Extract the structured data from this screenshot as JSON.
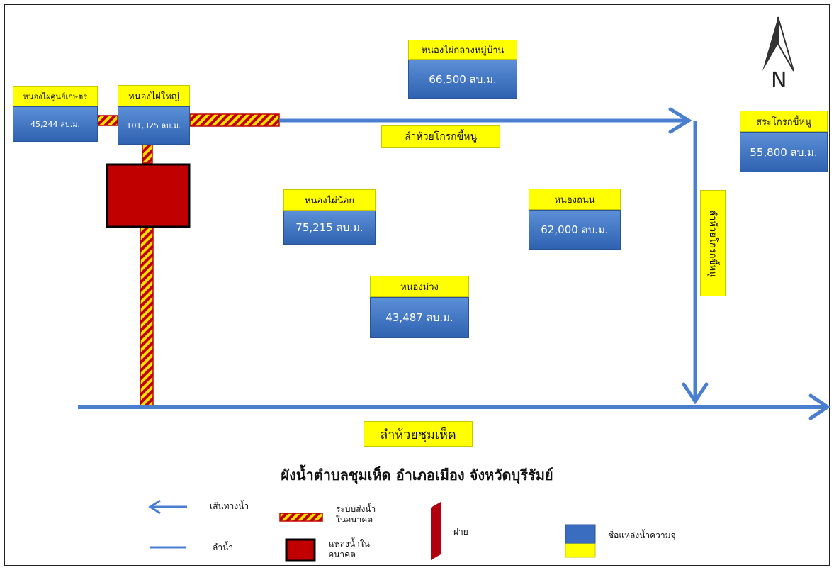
{
  "title": "ผังน้ำตำบลชุมเห็ด อำเภอเมือง จังหวัดบุรีรัมย์",
  "compass": {
    "letter": "N"
  },
  "water_sources": [
    {
      "id": "nong-phai-sun-kaset",
      "name": "หนองไผ่ศูนย์เกษตร",
      "volume": "45,244 ลบ.ม."
    },
    {
      "id": "nong-phai-yai",
      "name": "หนองไผ่ใหญ่",
      "volume": "101,325 ลบ.ม."
    },
    {
      "id": "nong-phai-klang-mu-ban",
      "name": "หนองไผ่กลางหมู่บ้าน",
      "volume": "66,500 ลบ.ม."
    },
    {
      "id": "sa-krok-khi-nu",
      "name": "สระโกรกขี้หนู",
      "volume": "55,800 ลบ.ม."
    },
    {
      "id": "nong-phai-noi",
      "name": "หนองไผ่น้อย",
      "volume": "75,215 ลบ.ม."
    },
    {
      "id": "nong-thanon",
      "name": "หนองถนน",
      "volume": "62,000 ลบ.ม."
    },
    {
      "id": "nong-muang",
      "name": "หนองม่วง",
      "volume": "43,487 ลบ.ม."
    }
  ],
  "streams": {
    "krok_khi_nu_horizontal": "ลำห้วยโกรกขี้หนู",
    "krok_khi_nu_vertical": "ลำห้วยโกรกขี้หนู",
    "chum_het": "ลำห้วยชุมเห็ด"
  },
  "legend": {
    "water_route": "เส้นทางน้ำ",
    "stream": "ลำน้ำ",
    "future_water_system": "ระบบส่งน้ำ\nในอนาคต",
    "future_water_source": "แหล่งน้ำใน\nอนาคต",
    "weir": "ฝาย",
    "source_name_capacity": "ชื่อแหล่งน้ำความจุ"
  },
  "colors": {
    "line_blue": "#4a7fd0",
    "label_yellow": "#ffff00",
    "box_blue": "#3a6cbf",
    "future_red": "#c00000",
    "hatch_yellow": "#ffe100"
  }
}
